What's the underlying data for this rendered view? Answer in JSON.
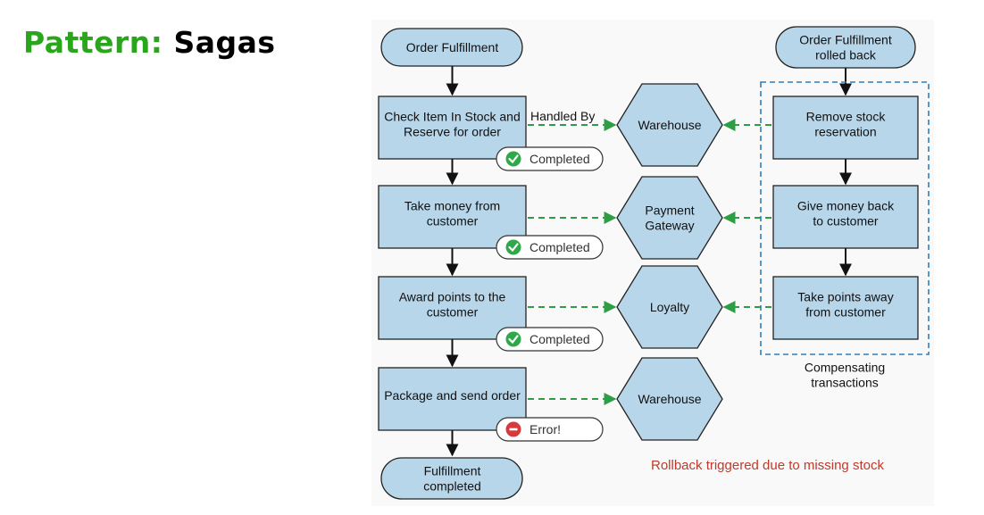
{
  "title": {
    "prefix": "Pattern:",
    "name": "Sagas"
  },
  "diagram": {
    "start": [
      "Order Fulfillment"
    ],
    "end": [
      "Fulfillment",
      "completed"
    ],
    "rolled_back": [
      "Order Fulfillment",
      "rolled back"
    ],
    "steps": [
      {
        "lines": [
          "Check Item In Stock and",
          "Reserve for order"
        ],
        "status": "Completed"
      },
      {
        "lines": [
          "Take money from",
          "customer"
        ],
        "status": "Completed"
      },
      {
        "lines": [
          "Award points to the",
          "customer"
        ],
        "status": "Completed"
      },
      {
        "lines": [
          "Package and send order"
        ],
        "status": "Error!"
      }
    ],
    "handled_by": "Handled By",
    "services": [
      {
        "lines": [
          "Warehouse"
        ]
      },
      {
        "lines": [
          "Payment",
          "Gateway"
        ]
      },
      {
        "lines": [
          "Loyalty"
        ]
      },
      {
        "lines": [
          "Warehouse"
        ]
      }
    ],
    "compensations": [
      {
        "lines": [
          "Remove stock",
          "reservation"
        ]
      },
      {
        "lines": [
          "Give money back",
          "to customer"
        ]
      },
      {
        "lines": [
          "Take points away",
          "from customer"
        ]
      }
    ],
    "compensating_label": [
      "Compensating",
      "transactions"
    ],
    "rollback_note": "Rollback triggered due to missing stock",
    "colors": {
      "box_fill": "#b8d6ea",
      "box_stroke": "#222222",
      "arrow_dashed": "#2e9e44",
      "group_border": "#2a7fc0",
      "ok_icon": "#2fa84a",
      "error_icon": "#d63a3a",
      "note_text": "#c0392b"
    }
  }
}
